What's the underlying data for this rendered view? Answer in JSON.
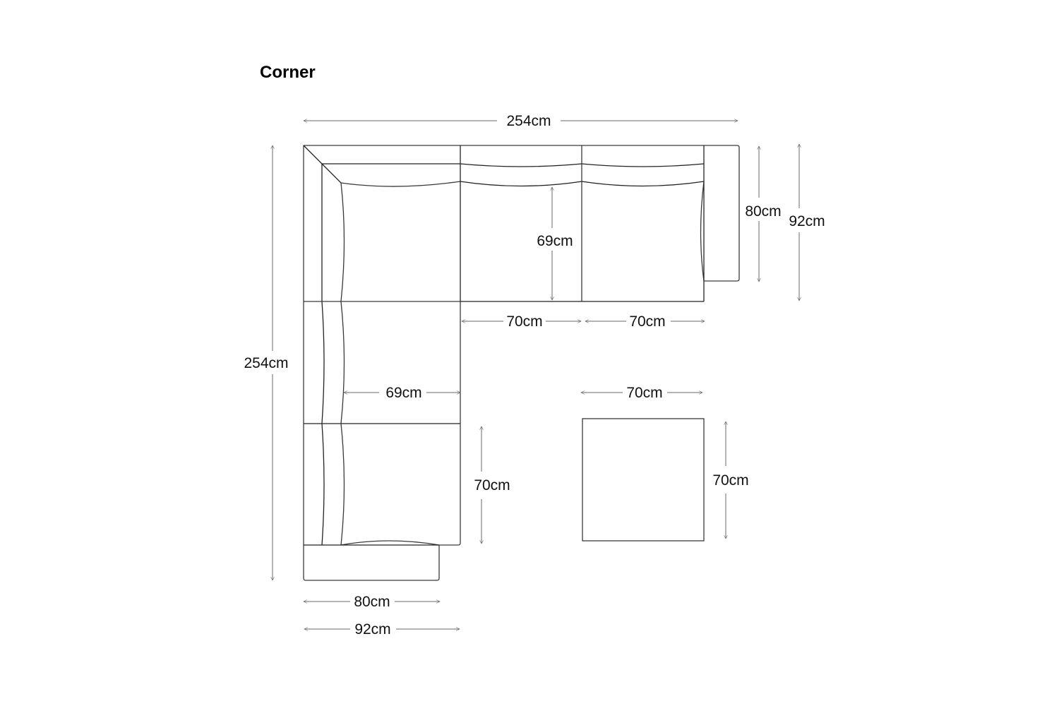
{
  "title": "Corner",
  "colors": {
    "line": "#3a3a3a",
    "dimension_line": "#6a6a6a",
    "text": "#111111",
    "background": "#ffffff"
  },
  "dimensions": {
    "overall_width": "254cm",
    "overall_depth": "254cm",
    "armrest_depth": "80cm",
    "seat_depth_total": "92cm",
    "seat_inner_depth_top": "69cm",
    "seat_width_1": "70cm",
    "seat_width_2": "70cm",
    "seat_inner_depth_left": "69cm",
    "left_seat_height": "70cm",
    "bottom_armrest_width": "80cm",
    "bottom_total_width": "92cm",
    "ottoman_width": "70cm",
    "ottoman_depth": "70cm"
  },
  "components": [
    {
      "name": "corner-seat"
    },
    {
      "name": "middle-seat-top"
    },
    {
      "name": "end-seat-top"
    },
    {
      "name": "right-armrest"
    },
    {
      "name": "middle-seat-left"
    },
    {
      "name": "end-seat-left"
    },
    {
      "name": "bottom-armrest"
    },
    {
      "name": "ottoman"
    }
  ]
}
